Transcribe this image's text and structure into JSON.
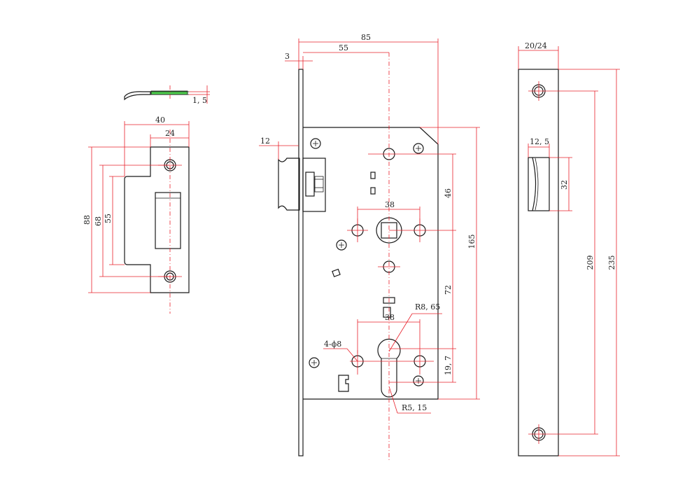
{
  "strike_plate": {
    "thickness": "1, 5",
    "width_outer": "40",
    "width_inner": "24",
    "height_total": "88",
    "hole_spacing": "68",
    "opening_height": "55"
  },
  "lock_body": {
    "total_width": "85",
    "backset": "55",
    "faceplate_thickness": "3",
    "latch_projection": "12",
    "spindle_distance": "46",
    "handle_hole_spacing": "38",
    "cylinder_hole_spacing": "38",
    "spindle_to_cylinder": "72",
    "body_height": "165",
    "cylinder_radius_top": "R8, 65",
    "cylinder_radius_bottom": "R5, 15",
    "cylinder_offset": "19, 7",
    "mount_holes": "4-ϕ8"
  },
  "faceplate": {
    "width": "20/24",
    "slot_width": "12, 5",
    "slot_height": "32",
    "hole_spacing": "209",
    "total_height": "235"
  }
}
